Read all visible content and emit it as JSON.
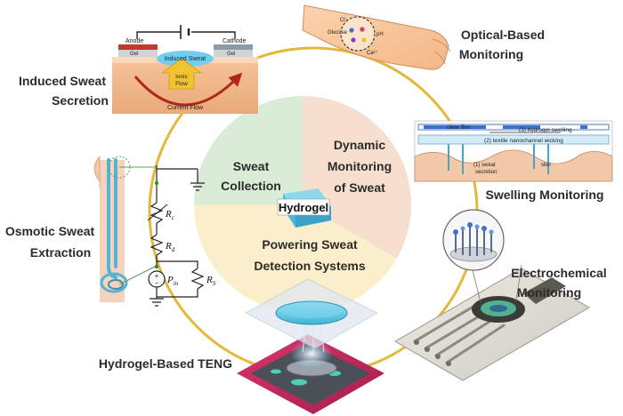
{
  "center": {
    "quadrants": [
      {
        "id": "collection",
        "lines": [
          "Sweat",
          "Collection"
        ],
        "color": "#d8ecd6"
      },
      {
        "id": "dynamic",
        "lines": [
          "Dynamic",
          "Monitoring",
          "of Sweat"
        ],
        "color": "#f6dfcf"
      },
      {
        "id": "powering",
        "lines": [
          "Powering Sweat",
          "Detection Systems"
        ],
        "color": "#fbefcb"
      }
    ],
    "core_label": "Hydrogel"
  },
  "ring_color": "#e2b93b",
  "modules": {
    "induced": {
      "label_lines": [
        "Induced Sweat",
        "Secretion"
      ],
      "anode": "Anode",
      "cathode": "Cathode",
      "gel_left": "Gel",
      "gel_right": "Gel",
      "induced_sweat": "Induced Sweat",
      "ionic_flow": [
        "Ionic",
        "Flow"
      ],
      "current_flow": "Current Flow"
    },
    "optical": {
      "label_lines": [
        "Optical-Based",
        "Monitoring"
      ],
      "analytes": [
        "Cl⁻",
        "Glucose",
        "pH",
        "Ca²⁺"
      ]
    },
    "swelling": {
      "label": "Swelling Monitoring",
      "clear_film": "clear film",
      "hydrogel_swelling": "(3) hydrogel swelling",
      "wicking": "(2) textile nanochannel wicking",
      "secretion": [
        "(1) sweat",
        "secretion"
      ],
      "skin": "skin"
    },
    "osmotic": {
      "label_lines": [
        "Osmotic Sweat",
        "Extraction"
      ],
      "rc": "R",
      "rc_sub": "c",
      "rd": "R",
      "rd_sub": "d",
      "rs": "R",
      "rs_sub": "S",
      "pin": "P",
      "pin_sub": "in"
    },
    "electrochemical": {
      "label_lines": [
        "Electrochemical",
        "Monitoring"
      ]
    },
    "teng": {
      "label": "Hydrogel-Based TENG"
    }
  }
}
